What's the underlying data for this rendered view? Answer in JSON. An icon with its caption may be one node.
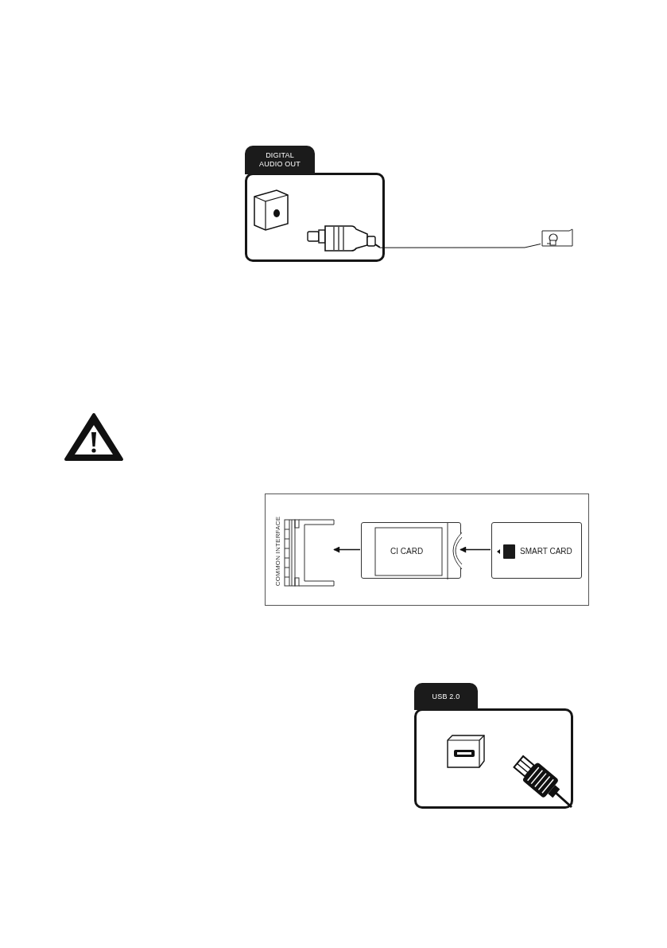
{
  "diagram": {
    "nodes": [
      {
        "text": [
          "DIGITAL AUDIO OUT"
        ]
      },
      {
        "text": [],
        "shape": "picture",
        "in": 0
      },
      {
        "text": [],
        "shape": "picture"
      },
      {
        "text": [],
        "shape": "box"
      },
      {
        "text": [
          "COMMON INTERFACE"
        ],
        "in": 3
      },
      {
        "text": [
          "CI CARD"
        ],
        "in": 3
      },
      {
        "text": [
          "SMART CARD"
        ],
        "in": 3
      },
      {
        "text": [
          "USB 2.0"
        ]
      }
    ],
    "edges": [
      {
        "from": 1,
        "to": 2,
        "arrow": "none"
      },
      {
        "from": 6,
        "to": 5,
        "arrow": "to"
      },
      {
        "from": 5,
        "to": 4,
        "arrow": "to"
      }
    ]
  }
}
